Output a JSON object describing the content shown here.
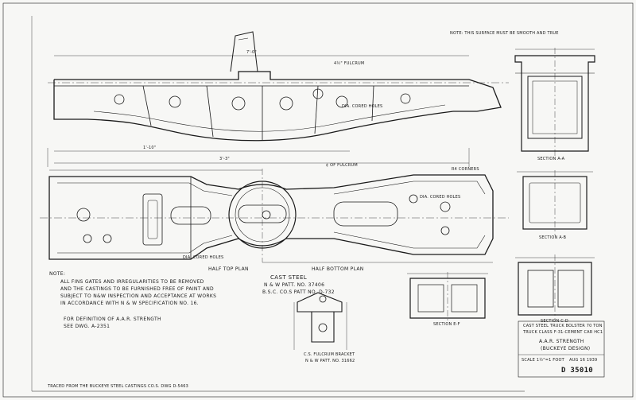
{
  "top_note": "NOTE: THIS SURFACE MUST BE SMOOTH AND TRUE",
  "labels": {
    "fulcrum": "4½\" FULCRUM",
    "of_fulcrum": "¢ OF FULCRUM",
    "cored_holes": "DIA. CORED HOLES",
    "cored_holes_left": "DIA. CORED HOLES",
    "cored_holes_right": "DIA. CORED HOLES",
    "half_top_plan": "HALF TOP PLAN",
    "half_bottom_plan": "HALF BOTTOM PLAN",
    "section_aa": "SECTION A-A",
    "section_ab": "SECTION A-B",
    "section_cd": "SECTION C-D",
    "section_ef": "SECTION E-F",
    "corners": "R4 CORNERS",
    "dim_3_3": "3'-3\"",
    "dim_1_10": "1'-10\"",
    "dim_7_0": "7'-0\""
  },
  "material": {
    "title": "CAST STEEL",
    "line1": "N & W PATT. NO. 37406",
    "line2": "B.S.C. CO.S PATT NO. D-732"
  },
  "general_note": {
    "heading": "NOTE:",
    "lines": [
      "ALL FINS GATES AND IRREGULARITIES TO BE REMOVED",
      "AND THE CASTINGS TO BE FURNISHED FREE OF PAINT AND",
      "SUBJECT TO N&W INSPECTION AND ACCEPTANCE AT WORKS",
      "IN ACCORDANCE WITH N & W SPECIFICATION NO. 16."
    ]
  },
  "definition_note": {
    "line1": "FOR DEFINITION OF A.A.R. STRENGTH",
    "line2": "SEE DWG. A-2351"
  },
  "bracket_label": {
    "line1": "C.S. FULCRUM BRACKET",
    "line2": "N & W PATT. NO. 31662"
  },
  "traced_note": "TRACED FROM THE BUCKEYE STEEL CASTINGS CO.S. DWG D-5463",
  "title_block": {
    "line1": "CAST STEEL TRUCK BOLSTER 70 TON",
    "line2": "TRUCK CLASS F-31-CEMENT CAR HC1",
    "line3": "A.A.R. STRENGTH",
    "line4": "(BUCKEYE DESIGN)",
    "scale": "SCALE 1½\"=1 FOOT",
    "date": "AUG 16 1939",
    "drawing_no": "D 35010"
  },
  "colors": {
    "paper": "#f7f7f5",
    "ink": "#1a1a1a"
  }
}
